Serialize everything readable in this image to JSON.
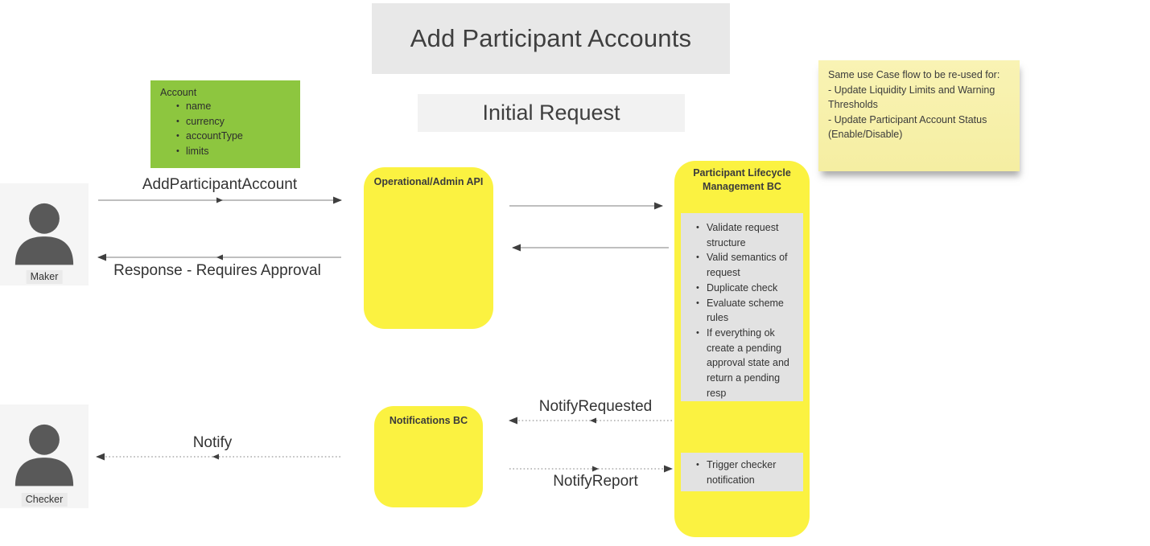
{
  "title": {
    "text": "Add Participant Accounts"
  },
  "subtitle": {
    "text": "Initial Request"
  },
  "account_card": {
    "title": "Account",
    "fields": [
      "name",
      "currency",
      "accountType",
      "limits"
    ]
  },
  "sticky_note": {
    "lines": [
      "Same use Case flow to be re-used for:",
      "- Update Liquidity Limits and Warning Thresholds",
      "- Update Participant Account Status (Enable/Disable)"
    ]
  },
  "actors": {
    "maker": {
      "label": "Maker"
    },
    "checker": {
      "label": "Checker"
    }
  },
  "components": {
    "admin_api": {
      "title": "Operational/Admin API"
    },
    "plm_bc": {
      "title": "Participant Lifecycle Management BC",
      "validation_steps": [
        "Validate request structure",
        "Valid semantics of request",
        "Duplicate check",
        "Evaluate scheme rules",
        "If everything ok create a pending approval state and return a pending resp"
      ],
      "notify_steps": [
        "Trigger checker notification"
      ]
    },
    "notifications_bc": {
      "title": "Notifications BC"
    }
  },
  "messages": {
    "add_participant_account": "AddParticipantAccount",
    "response_requires_approval": "Response - Requires Approval",
    "notify_requested": "NotifyRequested",
    "notify_report": "NotifyReport",
    "notify": "Notify"
  },
  "colors": {
    "box_yellow": "#FBF241",
    "note_yellow": "#F5EEA2",
    "card_green": "#8DC63F",
    "panel_gray": "#E2E2E2",
    "titlebar_gray": "#E8E8E8",
    "subtitle_gray": "#F2F2F2",
    "figure_gray": "#595959",
    "line_gray": "#999999",
    "arrowhead_dark": "#3F3F3F"
  }
}
